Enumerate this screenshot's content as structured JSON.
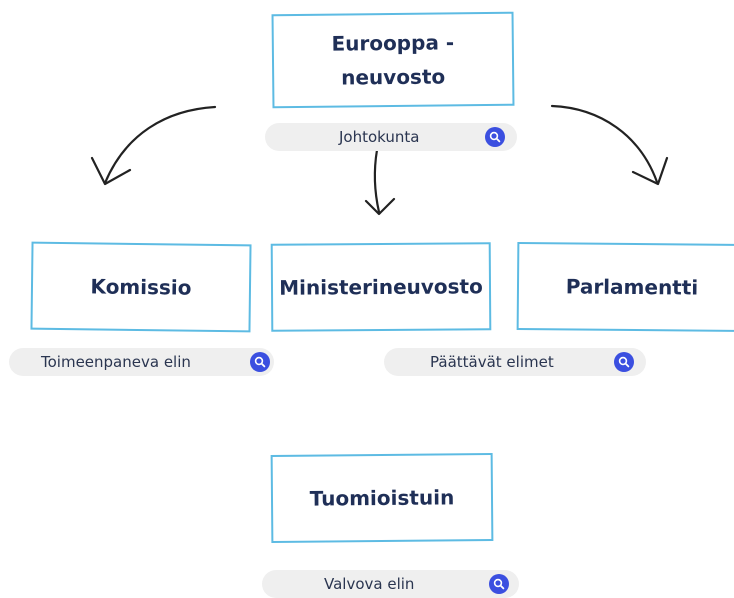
{
  "diagram": {
    "top": {
      "title": "Eurooppa - neuvosto",
      "tag": "Johtokunta",
      "tag_icon": "search-icon"
    },
    "nodes": [
      {
        "title": "Komissio"
      },
      {
        "title": "Ministerineuvosto"
      },
      {
        "title": "Parlamentti"
      }
    ],
    "tags": {
      "executive": "Toimeenpaneva elin",
      "decision": "Päättävät elimet"
    },
    "bottom": {
      "title": "Tuomioistuin",
      "tag": "Valvova elin"
    },
    "colors": {
      "box_border": "#5dbbe3",
      "title_text": "#1f2f57",
      "tag_background": "#efefef",
      "search_button": "#3b4fe0",
      "arrow": "#222222"
    }
  }
}
